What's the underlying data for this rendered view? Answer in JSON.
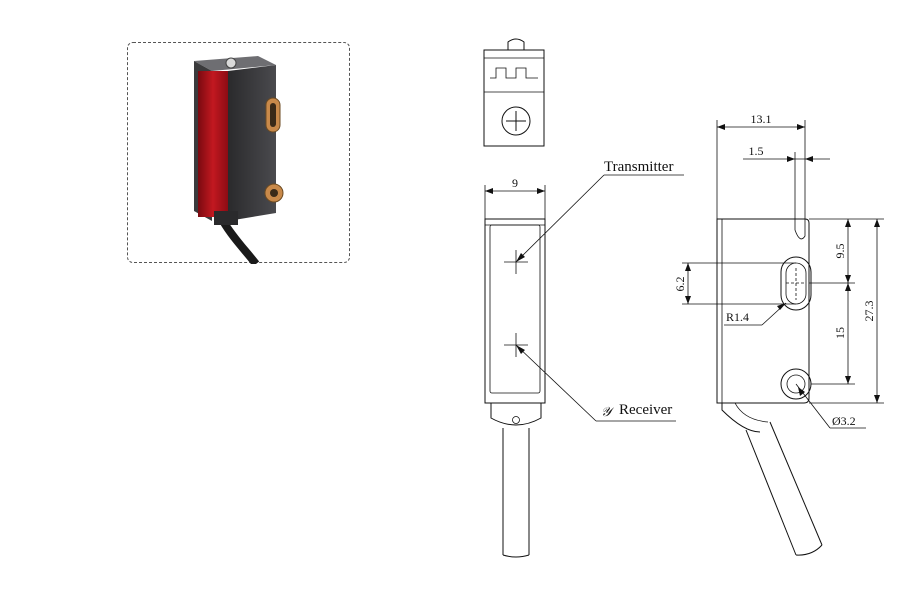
{
  "labels": {
    "transmitter": "Transmitter",
    "receiver": "Receiver",
    "receiver_mark": "𝒴"
  },
  "dimensions": {
    "width_front": "9",
    "depth_side": "13.1",
    "lens_offset": "1.5",
    "slot_to_top": "9.5",
    "slot_length": "6.2",
    "hole_spacing": "15",
    "overall_height": "27.3",
    "slot_radius": "R1.4",
    "hole_diameter": "Ø3.2"
  },
  "colors": {
    "lens_red": "#b0141c",
    "housing_dark": "#3c3c3e",
    "brass": "#c8894a"
  }
}
